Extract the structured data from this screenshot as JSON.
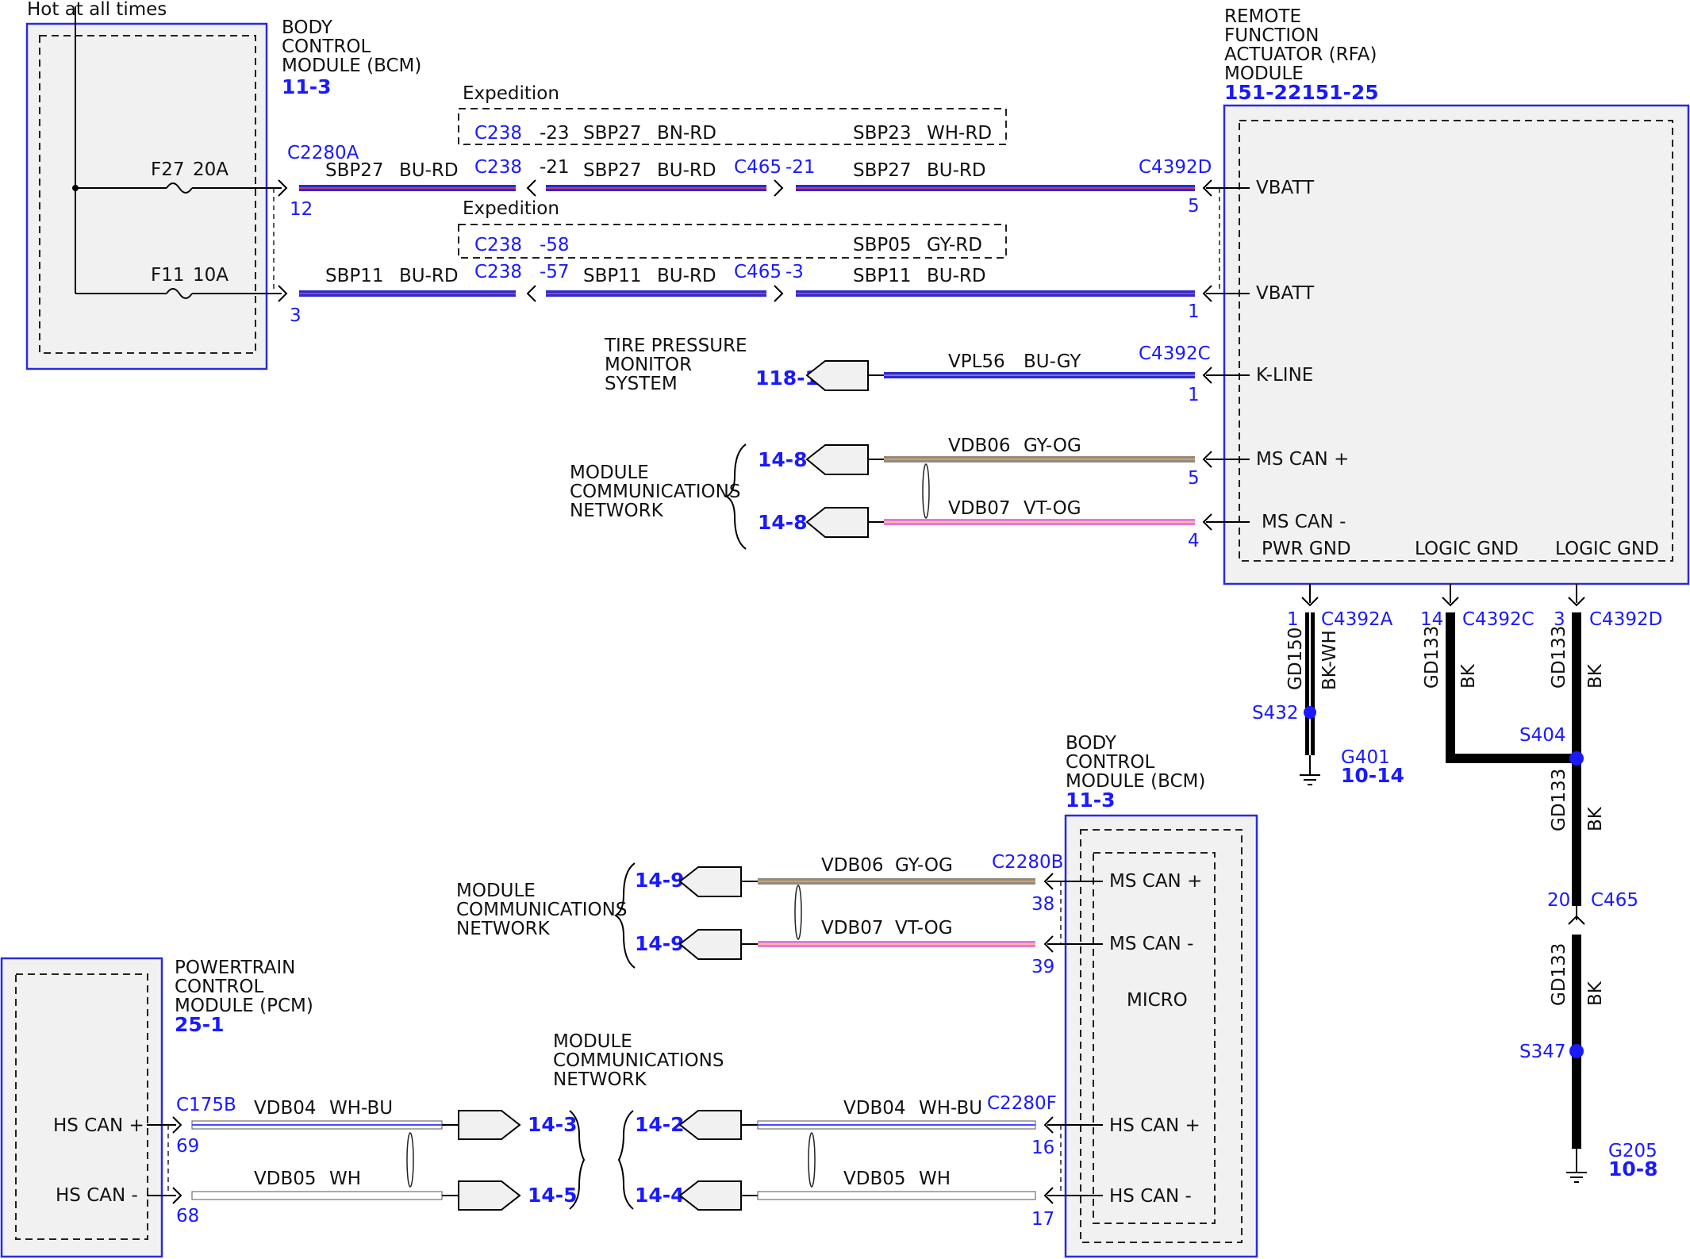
{
  "colors": {
    "bu_rd": "#2a2ad8",
    "bu_rd_stripe": "#ff3c3c",
    "bu_gy": "#2a2ad8",
    "bu_gy_stripe": "#9a9aa8",
    "gy_og": "#8f8a83",
    "gy_og_stripe": "#e8a040",
    "vt_og": "#e27ad8",
    "vt_og_stripe": "#ffb8a8",
    "wh_bu": "#ffffff",
    "wh_bu_stripe": "#4a4aff",
    "wh": "#ffffff",
    "label_blue": "#1a1aff"
  },
  "labels": {
    "hot": "Hot at all times",
    "bcm_top": [
      "BODY",
      "CONTROL",
      "MODULE (BCM)"
    ],
    "bcm_top_ref": "11-3",
    "rfa": [
      "REMOTE",
      "FUNCTION",
      "ACTUATOR (RFA)",
      "MODULE"
    ],
    "rfa_ref": "151-22151-25",
    "f27": "F27",
    "f27a": "20A",
    "f11": "F11",
    "f11a": "10A",
    "c2280a": "C2280A",
    "pin12": "12",
    "pin3": "3",
    "sbp27": "SBP27",
    "bu_rd": "BU-RD",
    "sbp11": "SBP11",
    "expedition": "Expedition",
    "c238": "C238",
    "p23": "-23",
    "p21": "-21",
    "p58": "-58",
    "p57": "-57",
    "bn_rd": "BN-RD",
    "sbp23": "SBP23",
    "wh_rd": "WH-RD",
    "sbp05": "SBP05",
    "gy_rd": "GY-RD",
    "c465": "C465",
    "p21b": "-21",
    "p3": "-3",
    "c4392d": "C4392D",
    "pin5": "5",
    "pin1": "1",
    "vbatt": "VBATT",
    "tpms": [
      "TIRE PRESSURE",
      "MONITOR",
      "SYSTEM"
    ],
    "tpms_ref": "118-1",
    "vpl56": "VPL56",
    "bu_gy": "BU-GY",
    "c4392c": "C4392C",
    "kline": "K-LINE",
    "mcn": [
      "MODULE",
      "COMMUNICATIONS",
      "NETWORK"
    ],
    "ref148": "14-8",
    "vdb06": "VDB06",
    "gy_og": "GY-OG",
    "vdb07": "VT-OG",
    "vdb07n": "VDB07",
    "mscanp": "MS CAN +",
    "mscanm": "MS CAN -",
    "pin4": "4",
    "pwr_gnd": "PWR GND",
    "logic_gnd": "LOGIC GND",
    "c4392a": "C4392A",
    "pin14": "14",
    "pin3b": "3",
    "gd150": "GD150",
    "bk_wh": "BK-WH",
    "gd133": "GD133",
    "bk": "BK",
    "s432": "S432",
    "g401": "G401",
    "g401_ref": "10-14",
    "s404": "S404",
    "c465b": "C465",
    "pin20": "20",
    "s347": "S347",
    "g205": "G205",
    "g205_ref": "10-8",
    "bcm_bot": [
      "BODY",
      "CONTROL",
      "MODULE (BCM)"
    ],
    "bcm_bot_ref": "11-3",
    "ref149": "14-9",
    "c2280b": "C2280B",
    "pin38": "38",
    "pin39": "39",
    "micro": "MICRO",
    "pcm": [
      "POWERTRAIN",
      "CONTROL",
      "MODULE (PCM)"
    ],
    "pcm_ref": "25-1",
    "hscanp": "HS CAN +",
    "hscanm": "HS CAN -",
    "c175b": "C175B",
    "pin69": "69",
    "pin68": "68",
    "vdb04": "VDB04",
    "wh_bu": "WH-BU",
    "vdb05": "VDB05",
    "wh": "WH",
    "ref143": "14-3",
    "ref145": "14-5",
    "ref142": "14-2",
    "ref144": "14-4",
    "c2280f": "C2280F",
    "pin16": "16",
    "pin17": "17"
  }
}
